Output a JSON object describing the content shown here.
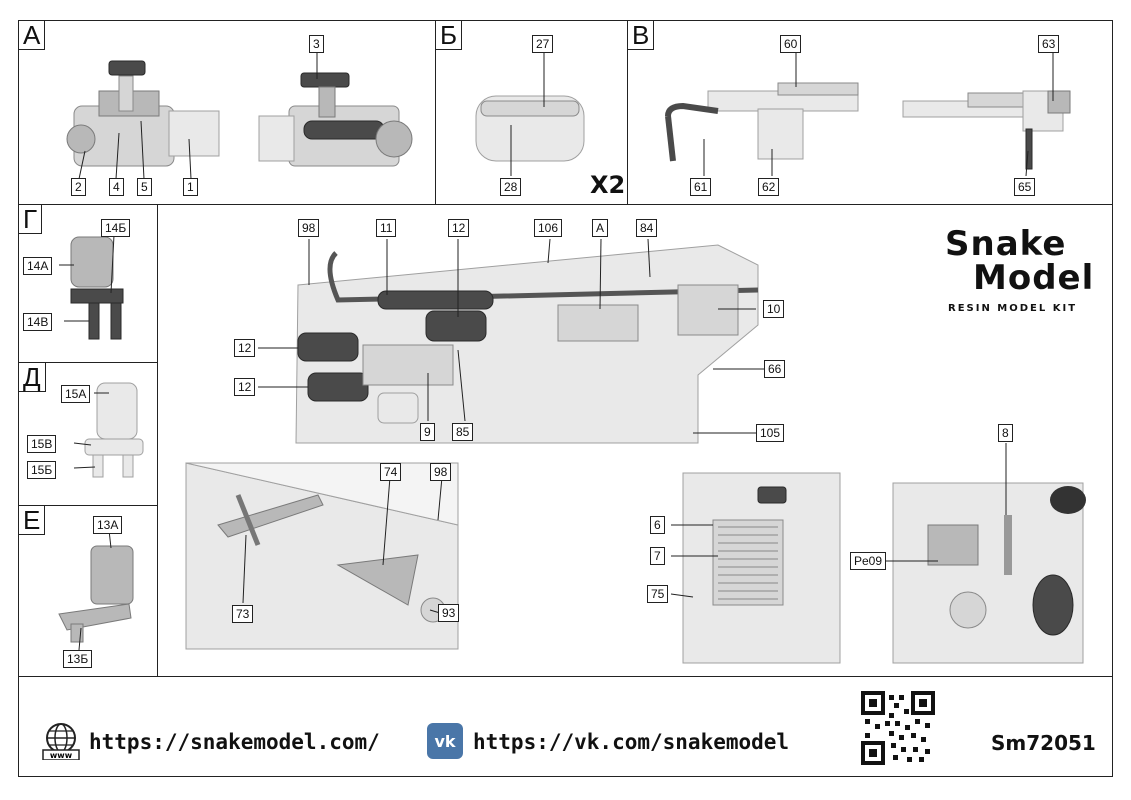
{
  "sections": {
    "a": "А",
    "b": "Б",
    "v": "В",
    "g": "Г",
    "d": "Д",
    "e": "Е"
  },
  "callouts": {
    "c1": "1",
    "c2": "2",
    "c3": "3",
    "c4": "4",
    "c5": "5",
    "c27": "27",
    "c28": "28",
    "c60": "60",
    "c61": "61",
    "c62": "62",
    "c63": "63",
    "c65": "65",
    "c14a": "14А",
    "c14b": "14Б",
    "c14v": "14В",
    "c15a": "15А",
    "c15v": "15В",
    "c15b": "15Б",
    "c13a": "13А",
    "c13b": "13Б",
    "c98": "98",
    "c11": "11",
    "c12top": "12",
    "c106": "106",
    "cA": "А",
    "c84": "84",
    "c10": "10",
    "c12l1": "12",
    "c12l2": "12",
    "c66": "66",
    "c9": "9",
    "c85": "85",
    "c105": "105",
    "c74": "74",
    "c98b": "98",
    "c73": "73",
    "c93": "93",
    "c6": "6",
    "c7": "7",
    "c75": "75",
    "c8": "8",
    "cpe09": "Pe09"
  },
  "multiplier": "X2",
  "logo": {
    "line1": "Snake",
    "line2": "Model",
    "tagline": "RESIN MODEL KIT"
  },
  "footer": {
    "site_url": "https://snakemodel.com/",
    "vk_url": "https://vk.com/snakemodel",
    "code": "Sm72051",
    "www_icon_text": "www",
    "vk_icon_text": "vk"
  },
  "colors": {
    "part_light": "#e0e0e0",
    "part_dark": "#4a4a4a",
    "frame": "#222222"
  }
}
